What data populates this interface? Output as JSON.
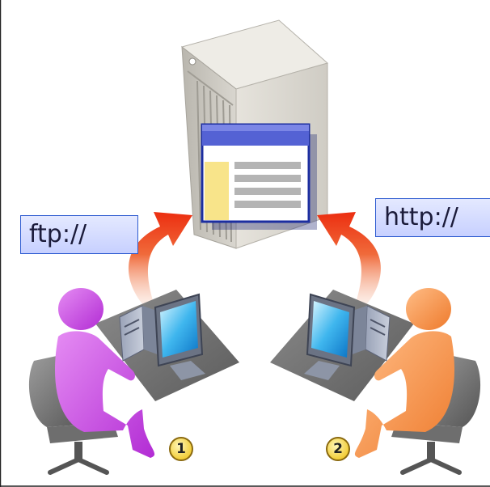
{
  "labels": {
    "ftp": "ftp://",
    "http": "http://"
  },
  "steps": {
    "first": "1",
    "second": "2"
  },
  "colors": {
    "ftp_user": "#c23de0",
    "http_user": "#f08a3c",
    "arrow": "#ee3a1e",
    "window_title": "#5060d0",
    "label_border": "#2d5bd0"
  },
  "icons": {
    "server": "server-tower-icon",
    "web_page": "web-page-window-icon",
    "workstation": "computer-workstation-icon",
    "user": "person-at-desk-icon",
    "upload_arrow": "curved-arrow-icon"
  }
}
